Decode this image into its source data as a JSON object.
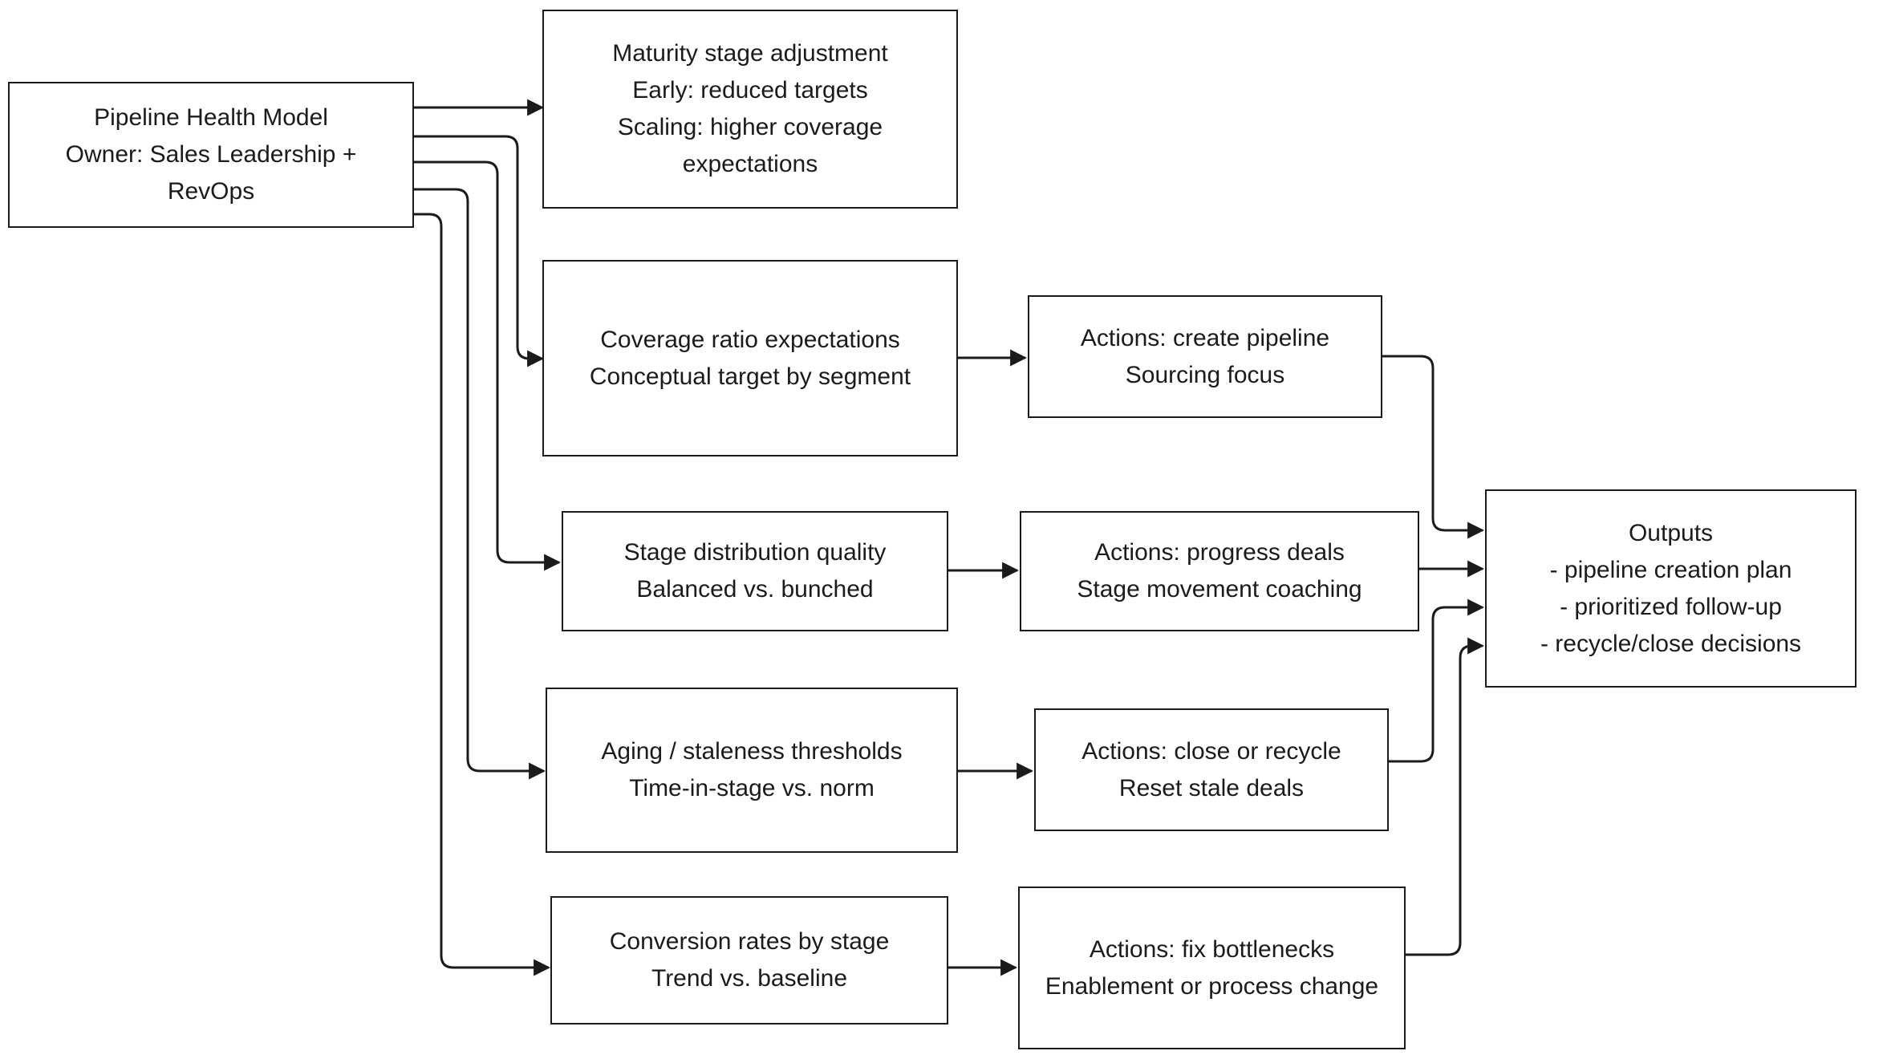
{
  "diagram": {
    "title": "Pipeline Health Model",
    "stroke_color": "#1b1b1b",
    "background_color": "#ffffff",
    "node_fill": "#ffffff"
  },
  "nodes": {
    "source": {
      "id": "pipeline-health-model",
      "lines": [
        "Pipeline Health Model",
        "Owner: Sales Leadership +",
        "RevOps"
      ]
    },
    "factor_maturity": {
      "id": "maturity-stage-adjustment",
      "lines": [
        "Maturity stage adjustment",
        "Early: reduced targets",
        "Scaling: higher coverage expectations"
      ]
    },
    "factor_coverage": {
      "id": "coverage-ratio-expectations",
      "lines": [
        "Coverage ratio expectations",
        "Conceptual target by segment"
      ]
    },
    "factor_stage_distribution": {
      "id": "stage-distribution-quality",
      "lines": [
        "Stage distribution quality",
        "Balanced vs. bunched"
      ]
    },
    "factor_aging": {
      "id": "aging-staleness-thresholds",
      "lines": [
        "Aging / staleness thresholds",
        "Time-in-stage vs. norm"
      ]
    },
    "factor_conversion": {
      "id": "conversion-rates-by-stage",
      "lines": [
        "Conversion rates by stage",
        "Trend vs. baseline"
      ]
    },
    "action_create_pipeline": {
      "id": "actions-create-pipeline",
      "lines": [
        "Actions: create pipeline",
        "Sourcing focus"
      ]
    },
    "action_progress_deals": {
      "id": "actions-progress-deals",
      "lines": [
        "Actions: progress deals",
        "Stage movement coaching"
      ]
    },
    "action_close_recycle": {
      "id": "actions-close-or-recycle",
      "lines": [
        "Actions: close or recycle",
        "Reset stale deals"
      ]
    },
    "action_fix_bottlenecks": {
      "id": "actions-fix-bottlenecks",
      "lines": [
        "Actions: fix bottlenecks",
        "Enablement or process change"
      ]
    },
    "outputs": {
      "id": "outputs",
      "lines": [
        "Outputs",
        "- pipeline creation plan",
        "- prioritized follow-up",
        "- recycle/close decisions"
      ]
    }
  }
}
